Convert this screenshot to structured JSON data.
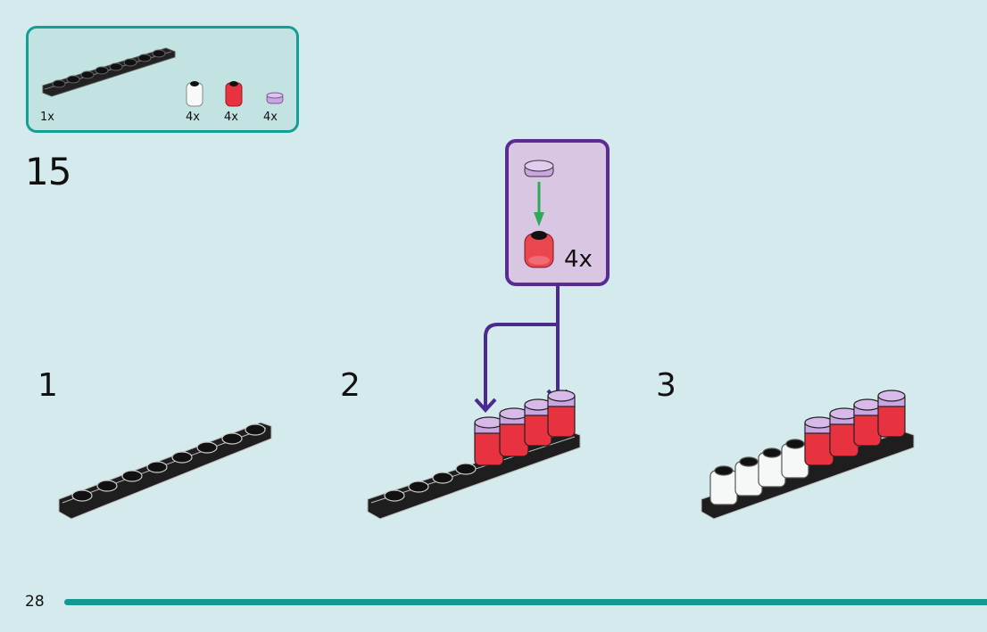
{
  "parts_list": {
    "items": [
      {
        "name": "black 1x8 plate with rail",
        "qty": "1x",
        "color": "#1c1c1c"
      },
      {
        "name": "trans-clear round brick 1x1",
        "qty": "4x",
        "color": "#f4f6f6"
      },
      {
        "name": "trans-red round brick 1x1",
        "qty": "4x",
        "color": "#e8323f"
      },
      {
        "name": "lavender round tile 1x1",
        "qty": "4x",
        "color": "#c9a6e0"
      }
    ]
  },
  "step": {
    "number": "15",
    "sub_steps": [
      {
        "label": "1"
      },
      {
        "label": "2"
      },
      {
        "label": "3"
      }
    ],
    "callout": {
      "qty": "4x"
    }
  },
  "footer": {
    "page_number": "28",
    "progress_percent": 100
  },
  "colors": {
    "background": "#d4eaec",
    "accent_teal": "#139e97",
    "callout_border": "#5a2b91",
    "callout_fill": "#d8c6e3",
    "arrow_green": "#2fa85a"
  }
}
